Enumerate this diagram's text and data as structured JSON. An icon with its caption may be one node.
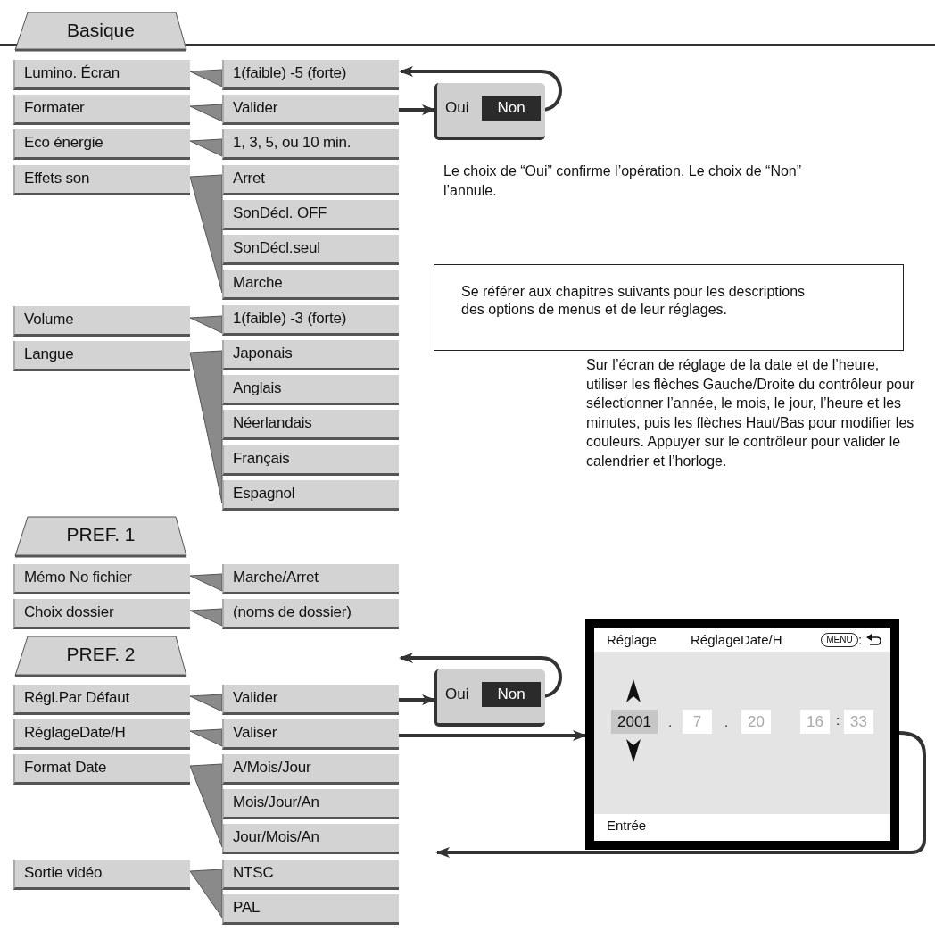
{
  "diagram": {
    "nodes": [
      {
        "text": [
          "Basique"
        ]
      },
      {
        "text": [
          "Lumino. Écran"
        ]
      },
      {
        "text": [
          "Formater"
        ]
      },
      {
        "text": [
          "Eco énergie"
        ]
      },
      {
        "text": [
          "Effets son"
        ]
      },
      {
        "text": [
          "Volume"
        ]
      },
      {
        "text": [
          "Langue"
        ]
      },
      {
        "text": [
          "1(faible) -5 (forte)"
        ]
      },
      {
        "text": [
          "Valider"
        ]
      },
      {
        "text": [
          "1, 3, 5, ou 10 min."
        ]
      },
      {
        "text": [
          "Arret"
        ]
      },
      {
        "text": [
          "SonDécl. OFF"
        ]
      },
      {
        "text": [
          "SonDécl.seul"
        ]
      },
      {
        "text": [
          "Marche"
        ]
      },
      {
        "text": [
          "1(faible) -3 (forte)"
        ]
      },
      {
        "text": [
          "Japonais"
        ]
      },
      {
        "text": [
          "Anglais"
        ]
      },
      {
        "text": [
          "Néerlandais"
        ]
      },
      {
        "text": [
          "Français"
        ]
      },
      {
        "text": [
          "Espagnol"
        ]
      },
      {
        "text": [
          "PREF. 1"
        ]
      },
      {
        "text": [
          "Mémo No fichier"
        ]
      },
      {
        "text": [
          "Choix dossier"
        ]
      },
      {
        "text": [
          "Marche/Arret"
        ]
      },
      {
        "text": [
          "(noms de dossier)"
        ]
      },
      {
        "text": [
          "PREF. 2"
        ]
      },
      {
        "text": [
          "Régl.Par Défaut"
        ]
      },
      {
        "text": [
          "RéglageDate/H"
        ]
      },
      {
        "text": [
          "Format Date"
        ]
      },
      {
        "text": [
          "Sortie vidéo"
        ]
      },
      {
        "text": [
          "Valider"
        ]
      },
      {
        "text": [
          "Valiser"
        ]
      },
      {
        "text": [
          "A/Mois/Jour"
        ]
      },
      {
        "text": [
          "Mois/Jour/An"
        ]
      },
      {
        "text": [
          "Jour/Mois/An"
        ]
      },
      {
        "text": [
          "NTSC"
        ]
      },
      {
        "text": [
          "PAL"
        ]
      },
      {
        "text": [
          "Oui",
          "Non"
        ]
      },
      {
        "text": [
          "Oui",
          "Non"
        ]
      },
      {
        "text": [
          "Réglage",
          "RéglageDate/H",
          "MENU",
          ":",
          "2001",
          ".",
          "7",
          ".",
          "20",
          "16",
          ":",
          "33",
          "Entrée"
        ]
      },
      {
        "text": [
          "Se référer aux chapitres suivants pour les descriptions des options de menus et de leur réglages."
        ]
      }
    ],
    "edges": [
      {
        "from": 7,
        "to": 1,
        "arrow": "to"
      },
      {
        "from": 8,
        "to": 2,
        "arrow": "to"
      },
      {
        "from": 9,
        "to": 3,
        "arrow": "to"
      },
      {
        "from": 10,
        "to": 4,
        "arrow": "to"
      },
      {
        "from": 14,
        "to": 5,
        "arrow": "to"
      },
      {
        "from": 15,
        "to": 6,
        "arrow": "to"
      },
      {
        "from": 23,
        "to": 21,
        "arrow": "to"
      },
      {
        "from": 24,
        "to": 22,
        "arrow": "to"
      },
      {
        "from": 30,
        "to": 26,
        "arrow": "to"
      },
      {
        "from": 31,
        "to": 27,
        "arrow": "to"
      },
      {
        "from": 32,
        "to": 28,
        "arrow": "to"
      },
      {
        "from": 35,
        "to": 29,
        "arrow": "to"
      },
      {
        "from": 8,
        "to": 37,
        "arrow": "to"
      },
      {
        "from": 37,
        "to": 7,
        "arrow": "to"
      },
      {
        "from": 30,
        "to": 38,
        "arrow": "to"
      },
      {
        "from": 38,
        "to": 30,
        "arrow": "to"
      },
      {
        "from": 31,
        "to": 39,
        "arrow": "to"
      },
      {
        "from": 39,
        "to": null,
        "arrow": "to"
      }
    ],
    "labels": [
      "Le choix de “Oui” confirme l’opération. Le choix de “Non” l’annule.",
      "Sur l’écran de réglage de la date et de l’heure, utiliser les flèches Gauche/Droite du contrôleur pour sélectionner l’année, le mois, le jour, l’heure et les minutes, puis les flèches Haut/Bas pour modifier les couleurs. Appuyer sur le contrôleur pour valider le calendrier et l’horloge."
    ]
  }
}
